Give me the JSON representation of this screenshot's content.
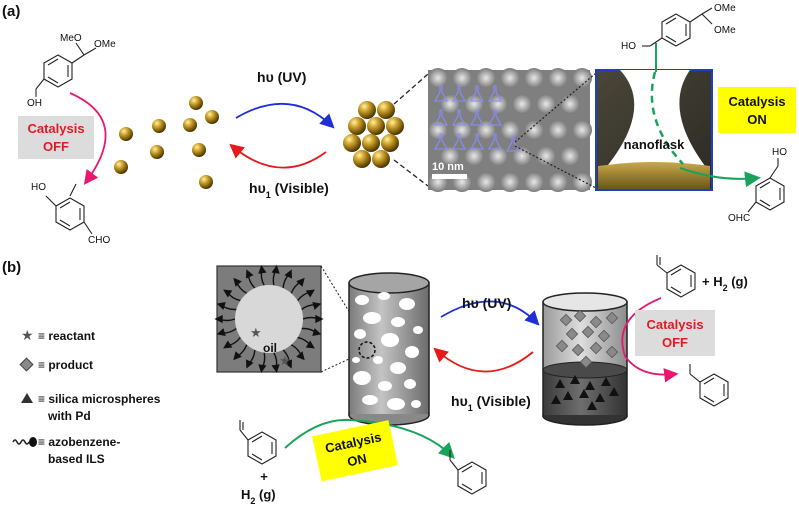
{
  "panel_a": {
    "label": "(a)",
    "substrate_top": {
      "meo": "MeO",
      "ome": "OMe",
      "oh": "OH"
    },
    "product_left": {
      "ho": "HO",
      "cho": "CHO"
    },
    "catalysis_off": {
      "line1": "Catalysis",
      "line2": "OFF"
    },
    "arrow_uv": {
      "h": "h",
      "nu": "υ",
      "rest": " (UV)"
    },
    "arrow_vis": {
      "h": "h",
      "nu": "υ",
      "sub": "1",
      "rest": " (Visible)"
    },
    "scale_bar": "10 nm",
    "nanoflask": "nanoflask",
    "substrate_right": {
      "ome1": "OMe",
      "ome2": "OMe",
      "ho": "HO"
    },
    "product_right": {
      "ho": "HO",
      "ohc": "OHC"
    },
    "catalysis_on": {
      "line1": "Catalysis",
      "line2": "ON"
    }
  },
  "panel_b": {
    "label": "(b)",
    "legend": {
      "reactant": "≡  reactant",
      "product": "≡  product",
      "silica1": "≡  silica microspheres",
      "silica2": "with Pd",
      "ils1": "≡  azobenzene-",
      "ils2": "based ILS"
    },
    "oil": "oil",
    "arrow_uv": {
      "h": "h",
      "nu": "υ",
      "rest": " (UV)"
    },
    "arrow_vis": {
      "h": "h",
      "nu": "υ",
      "sub": "1",
      "rest": " (Visible)"
    },
    "h2_top": {
      "plus": "+ H",
      "sub": "2",
      "rest": " (g)"
    },
    "catalysis_off": {
      "line1": "Catalysis",
      "line2": "OFF"
    },
    "catalysis_on": {
      "line1": "Catalysis",
      "line2": "ON"
    },
    "h2_bottom": {
      "plus": "+",
      "h": "H",
      "sub": "2",
      "rest": " (g)"
    }
  },
  "colors": {
    "magenta_arrow": "#e8186e",
    "green_arrow": "#19a35a",
    "uv_arrow": "#1e2fd6",
    "vis_arrow": "#e51a1a",
    "off_box": "#dcdcdc",
    "off_text": "#e01b24",
    "on_box": "#ffff00",
    "nanoparticle": "#b58e1d",
    "tem_frame": "#1f3fbf"
  }
}
